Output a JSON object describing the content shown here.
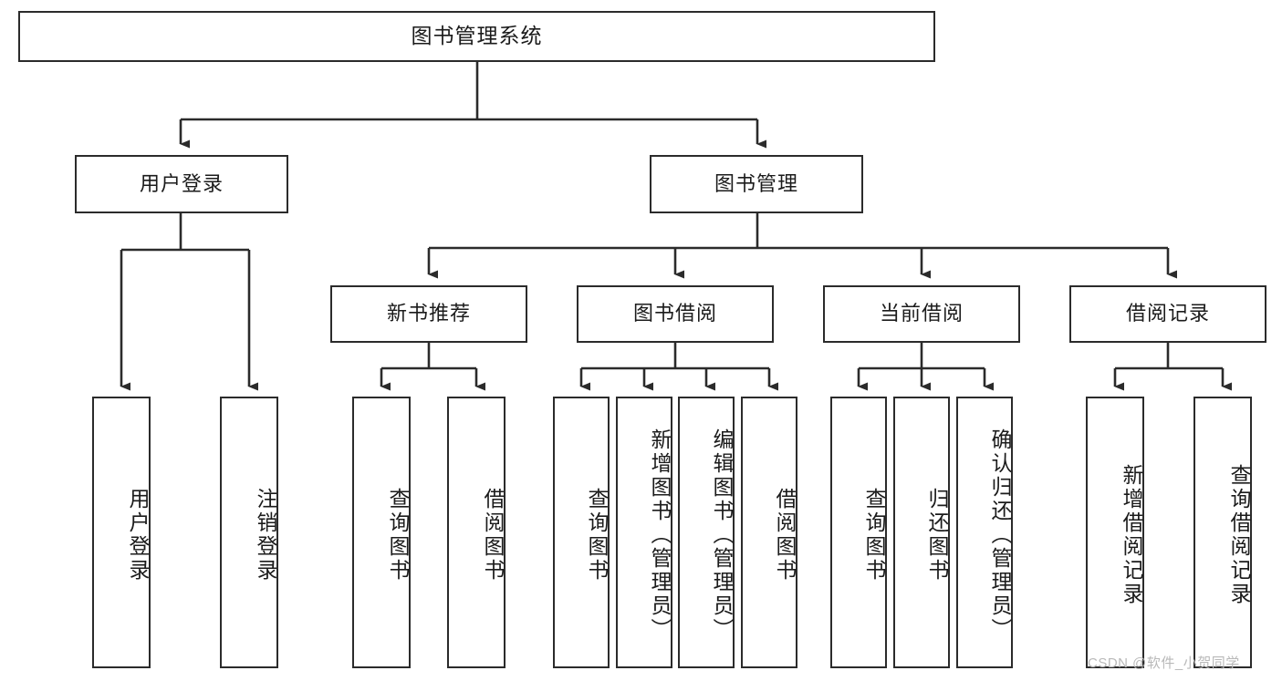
{
  "diagram": {
    "title": "图书管理系统",
    "type": "tree-hierarchy",
    "colors": {
      "stroke": "#2b2b2b",
      "fill": "#ffffff",
      "text": "#1b1b1b",
      "watermark": "#b9b9b9"
    },
    "levels": {
      "root": {
        "label": "图书管理系统"
      },
      "level2": [
        {
          "label": "用户登录"
        },
        {
          "label": "图书管理"
        }
      ],
      "level3": [
        {
          "label": "新书推荐"
        },
        {
          "label": "图书借阅"
        },
        {
          "label": "当前借阅"
        },
        {
          "label": "借阅记录"
        }
      ],
      "leaves": [
        {
          "label": "用户登录",
          "parent": "用户登录"
        },
        {
          "label": "注销登录",
          "parent": "用户登录"
        },
        {
          "label": "查询图书",
          "parent": "新书推荐"
        },
        {
          "label": "借阅图书",
          "parent": "新书推荐"
        },
        {
          "label": "查询图书",
          "parent": "图书借阅"
        },
        {
          "label": "新增图书（管理员）",
          "parent": "图书借阅"
        },
        {
          "label": "编辑图书（管理员）",
          "parent": "图书借阅"
        },
        {
          "label": "借阅图书",
          "parent": "图书借阅"
        },
        {
          "label": "查询图书",
          "parent": "当前借阅"
        },
        {
          "label": "归还图书",
          "parent": "当前借阅"
        },
        {
          "label": "确认归还（管理员）",
          "parent": "当前借阅"
        },
        {
          "label": "新增借阅记录",
          "parent": "借阅记录"
        },
        {
          "label": "查询借阅记录",
          "parent": "借阅记录"
        }
      ]
    },
    "watermark": "CSDN @软件_小贺同学"
  }
}
